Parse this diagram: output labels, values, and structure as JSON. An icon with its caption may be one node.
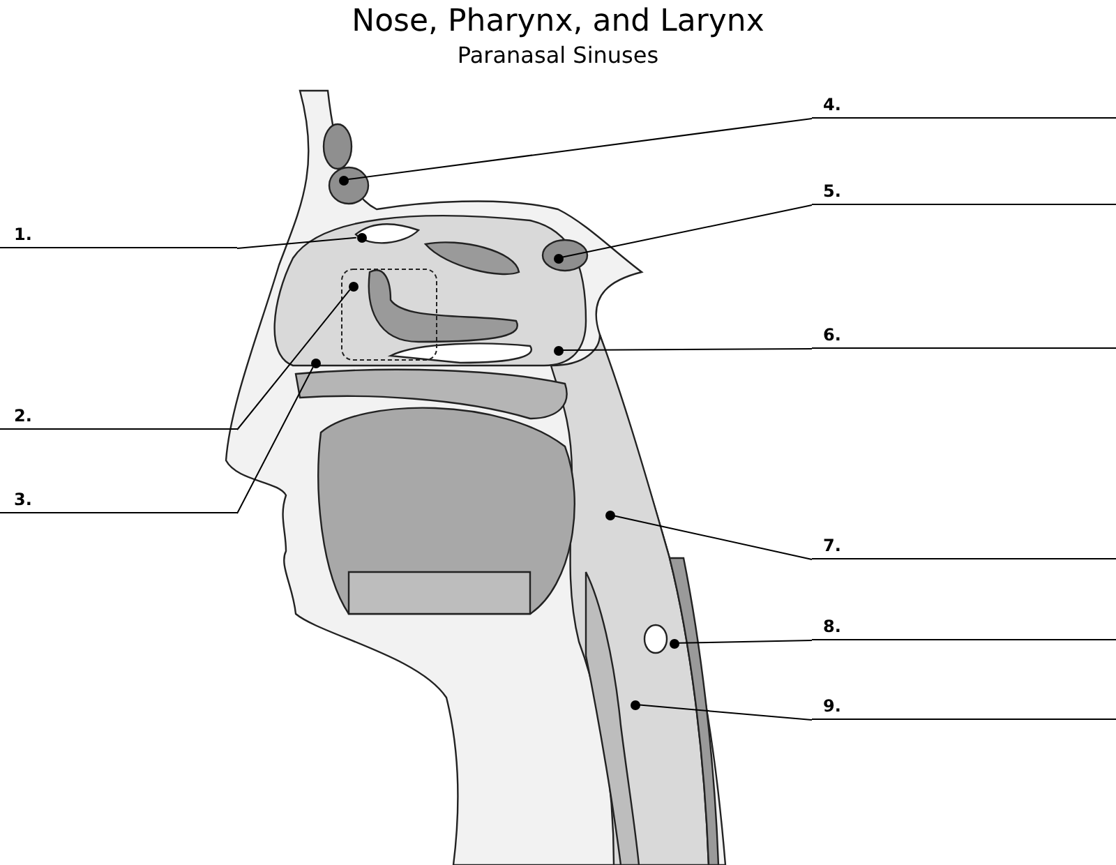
{
  "diagram": {
    "title": "Nose, Pharynx, and Larynx",
    "caption": "Paranasal Sinuses",
    "nodes": [
      {
        "text": [
          "1."
        ]
      },
      {
        "text": [
          "2."
        ]
      },
      {
        "text": [
          "3."
        ]
      },
      {
        "text": [
          "4."
        ]
      },
      {
        "text": [
          "5."
        ]
      },
      {
        "text": [
          "6."
        ]
      },
      {
        "text": [
          "7."
        ]
      },
      {
        "text": [
          "8."
        ]
      },
      {
        "text": [
          "9."
        ]
      },
      {
        "text": [],
        "shape": "circle"
      },
      {
        "text": [],
        "shape": "circle"
      },
      {
        "text": [],
        "shape": "circle"
      },
      {
        "text": [],
        "shape": "circle"
      },
      {
        "text": [],
        "shape": "circle"
      },
      {
        "text": [],
        "shape": "circle"
      },
      {
        "text": [],
        "shape": "circle"
      },
      {
        "text": [],
        "shape": "circle"
      },
      {
        "text": [],
        "shape": "circle"
      }
    ],
    "edges": [
      {
        "from": 0,
        "to": 9,
        "arrow": "none"
      },
      {
        "from": 1,
        "to": 10,
        "arrow": "none"
      },
      {
        "from": 2,
        "to": 11,
        "arrow": "none"
      },
      {
        "from": 3,
        "to": 12,
        "arrow": "none"
      },
      {
        "from": 4,
        "to": 13,
        "arrow": "none"
      },
      {
        "from": 5,
        "to": 14,
        "arrow": "none"
      },
      {
        "from": 6,
        "to": 15,
        "arrow": "none"
      },
      {
        "from": 7,
        "to": 16,
        "arrow": "none"
      },
      {
        "from": 8,
        "to": 17,
        "arrow": "none"
      }
    ]
  }
}
